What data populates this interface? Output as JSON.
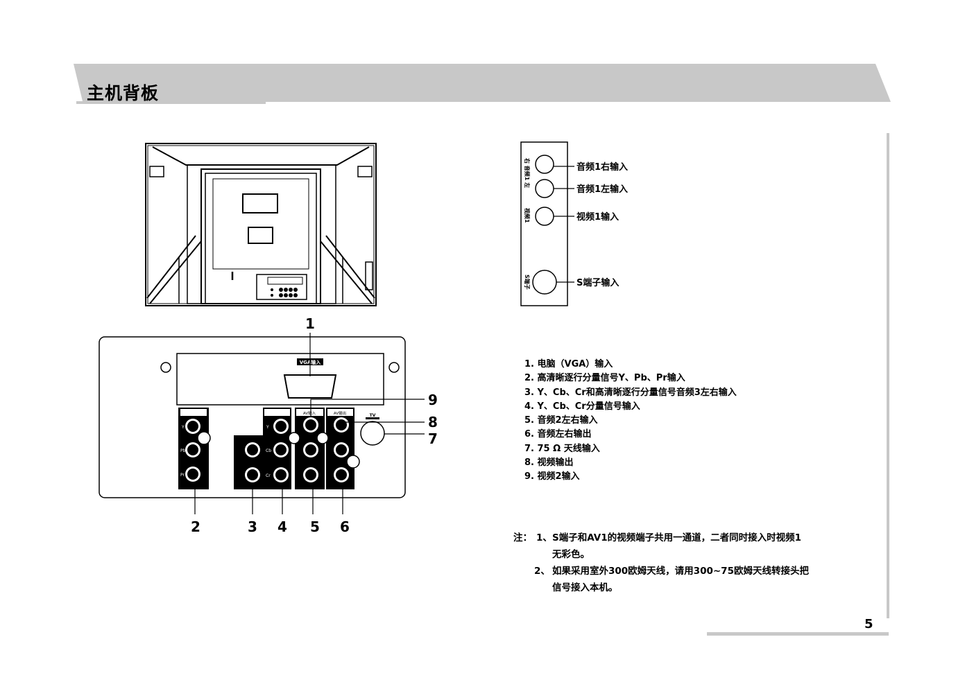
{
  "header": {
    "title": "主机背板"
  },
  "main_diagram": {
    "callouts": [
      "1",
      "2",
      "3",
      "4",
      "5",
      "6",
      "7",
      "8",
      "9"
    ],
    "panel_labels": {
      "vga": "VGA输入",
      "av1": "AV输入",
      "av_out": "AV输出",
      "tv": "TV"
    },
    "jack_labels": {
      "y": "Y",
      "pb": "Pb",
      "pr": "Pr",
      "cb": "Cb",
      "cr": "Cr"
    }
  },
  "side_panel": {
    "vertical_labels": {
      "audio1": "右 音频1 左",
      "video1": "视频1",
      "s_terminal": "S端子"
    },
    "connectors": [
      {
        "label": "音频1右输入"
      },
      {
        "label": "音频1左输入"
      },
      {
        "label": "视频1输入"
      },
      {
        "label": "S端子输入"
      }
    ]
  },
  "legend": [
    "1. 电脑（VGA）输入",
    "2. 高清晰逐行分量信号Y、Pb、Pr输入",
    "3. Y、Cb、Cr和高清晰逐行分量信号音频3左右输入",
    "4. Y、Cb、Cr分量信号输入",
    "5. 音频2左右输入",
    "6. 音频左右输出",
    "7. 75 Ω 天线输入",
    "8. 视频输出",
    "9. 视频2输入"
  ],
  "note": {
    "label": "注：",
    "item1_num": "1、",
    "item1_line1": "S端子和AV1的视频端子共用一通道，二者同时接入时视频1",
    "item1_line2": "无彩色。",
    "item2_num": "2、",
    "item2_line1": "如果采用室外300欧姆天线，请用300~75欧姆天线转接头把",
    "item2_line2": "信号接入本机。"
  },
  "footer": {
    "page_number": "5"
  }
}
